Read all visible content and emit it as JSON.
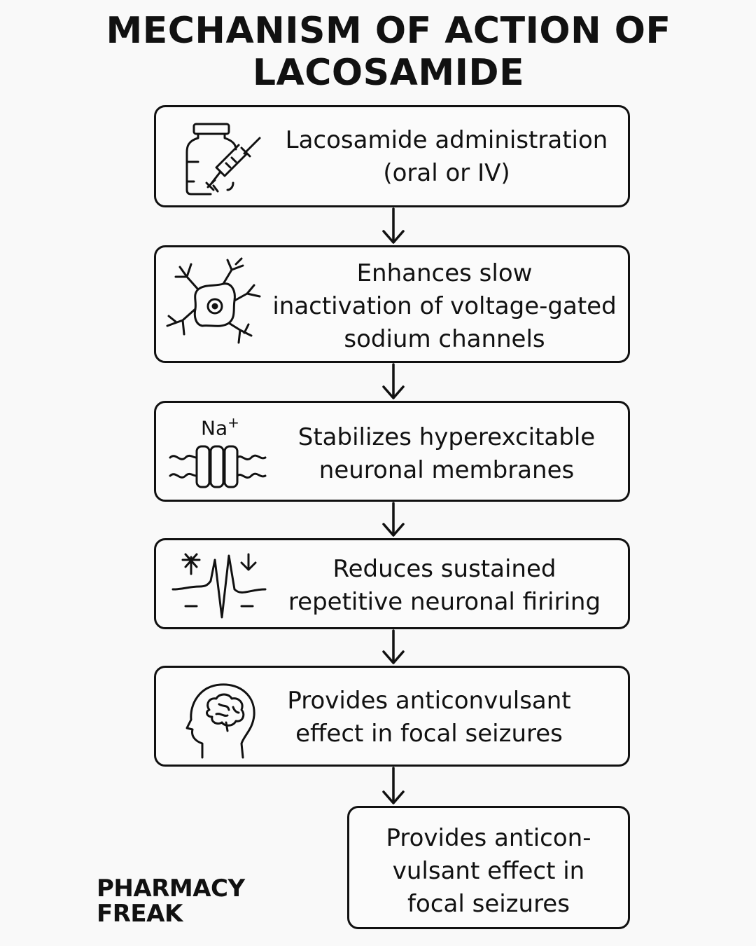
{
  "title": {
    "line1": "MECHANISM OF ACTION OF",
    "line2": "LACOSAMIDE"
  },
  "steps": [
    {
      "icon": "vial-syringe-icon",
      "lines": [
        "Lacosamide administration",
        "(oral or IV)"
      ]
    },
    {
      "icon": "neuron-icon",
      "lines": [
        "Enhances slow",
        "inactivation of voltage-gated",
        "sodium channels"
      ]
    },
    {
      "icon": "sodium-channel-icon",
      "icon_label": "Na",
      "icon_label_sup": "+",
      "lines": [
        "Stabilizes hyperexcitable",
        "neuronal membranes"
      ]
    },
    {
      "icon": "action-potential-icon",
      "lines": [
        "Reduces sustained",
        "repetitive neuronal firiring"
      ]
    },
    {
      "icon": "brain-head-icon",
      "lines": [
        "Provides anticonvulsant",
        "effect in focal seizures"
      ]
    },
    {
      "lines": [
        "Provides anticon-",
        "vulsant effect in",
        "focal seizures"
      ]
    }
  ],
  "brand": {
    "line1": "PHARMACY",
    "line2": "FREAK"
  },
  "colors": {
    "ink": "#111111",
    "background": "#f9f9f9"
  }
}
